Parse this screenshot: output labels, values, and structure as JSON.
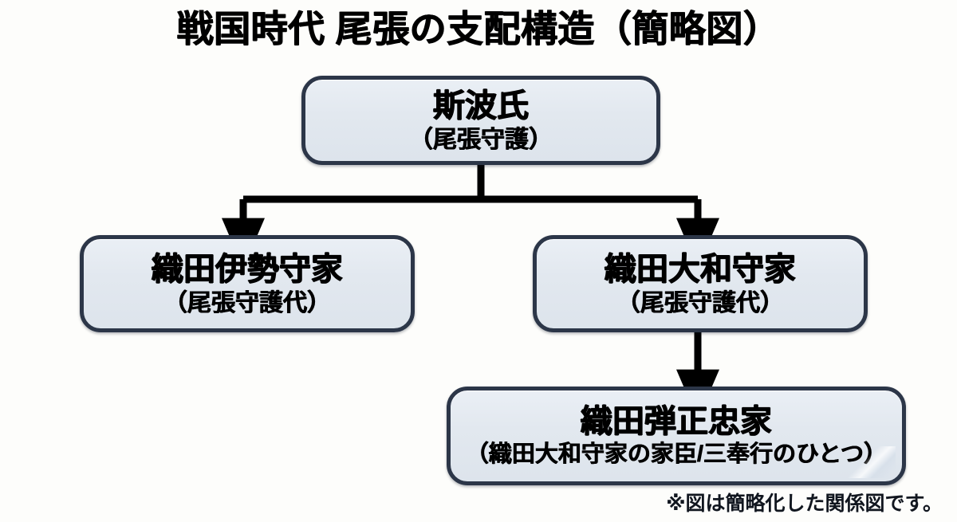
{
  "page": {
    "title": "戦国時代 尾張の支配構造（簡略図）",
    "background_color": "#fdfdfb",
    "box_fill_color": "#e2e8ef",
    "box_border_color": "#2c3648",
    "connector_color": "#000000",
    "text_color": "#000000"
  },
  "nodes": {
    "shiba": {
      "title": "斯波氏",
      "subtitle": "（尾張守護）"
    },
    "oda_ise": {
      "title": "織田伊勢守家",
      "subtitle": "（尾張守護代）"
    },
    "oda_yamato": {
      "title": "織田大和守家",
      "subtitle": "（尾張守護代）"
    },
    "oda_danjo": {
      "title": "織田弾正忠家",
      "subtitle": "（織田大和守家の家臣/三奉行のひとつ）"
    }
  },
  "connectors": [
    {
      "name": "shiba-to-oda-ise",
      "from": "shiba",
      "to": "oda_ise",
      "style": "elbow-arrow"
    },
    {
      "name": "shiba-to-oda-yamato",
      "from": "shiba",
      "to": "oda_yamato",
      "style": "elbow-arrow"
    },
    {
      "name": "oda-yamato-to-oda-danjo",
      "from": "oda_yamato",
      "to": "oda_danjo",
      "style": "straight-arrow"
    }
  ],
  "footnote": {
    "text": "※図は簡略化した関係図です。"
  }
}
